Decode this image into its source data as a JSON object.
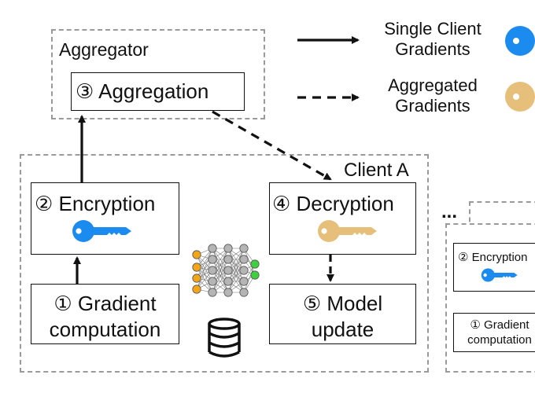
{
  "legend": {
    "single_line1": "Single Client",
    "single_line2": "Gradients",
    "aggregated_line1": "Aggregated",
    "aggregated_line2": "Gradients",
    "single_color": "#1b8bf0",
    "aggregated_color": "#e6c07b"
  },
  "aggregator": {
    "title": "Aggregator",
    "aggregation": "③ Aggregation"
  },
  "client_a": {
    "title": "Client A",
    "encryption": "② Encryption",
    "decryption": "④ Decryption",
    "gradient_line1": "① Gradient",
    "gradient_line2": "computation",
    "model_line1": "⑤ Model",
    "model_line2": "update",
    "key_blue": "#1b8bf0",
    "key_gold": "#e6c07b"
  },
  "client_next": {
    "ellipsis": "...",
    "encryption": "② Encryption",
    "gradient_line1": "① Gradient",
    "gradient_line2": "computation"
  },
  "network": {
    "input_color": "#f2a516",
    "hidden_color": "#b5b5b5",
    "output_color": "#3fcf3f"
  }
}
